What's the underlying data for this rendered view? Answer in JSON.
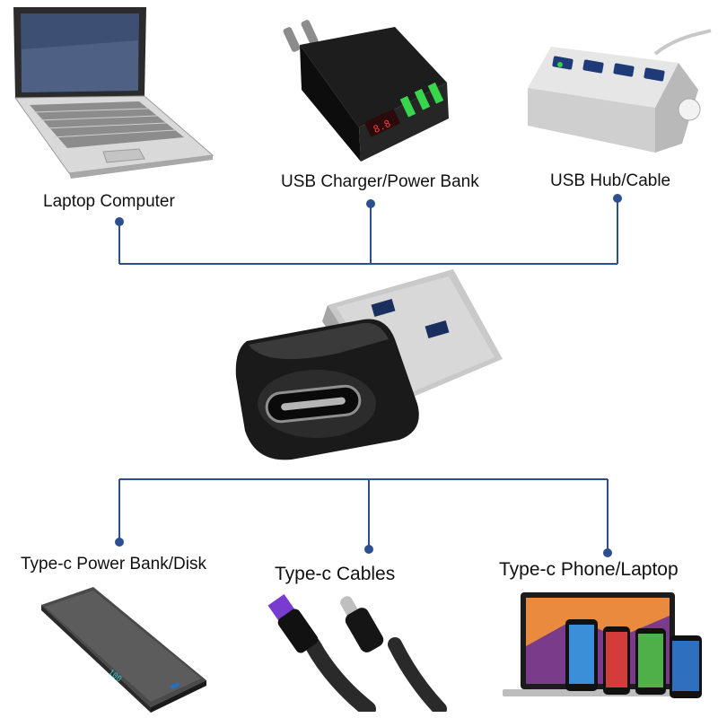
{
  "colors": {
    "line": "#2e4f8f",
    "dot": "#2e4f8f"
  },
  "top_devices": [
    {
      "label": "Laptop Computer",
      "icon": "laptop-icon"
    },
    {
      "label": "USB Charger/Power Bank",
      "icon": "wall-charger-icon"
    },
    {
      "label": "USB Hub/Cable",
      "icon": "usb-hub-icon"
    }
  ],
  "center": {
    "icon": "usb-a-to-type-c-adapter-icon"
  },
  "bottom_devices": [
    {
      "label": "Type-c Power Bank/Disk",
      "icon": "power-bank-icon"
    },
    {
      "label": "Type-c Cables",
      "icon": "usb-cable-icon"
    },
    {
      "label": "Type-c Phone/Laptop",
      "icon": "phones-laptop-icon"
    }
  ]
}
